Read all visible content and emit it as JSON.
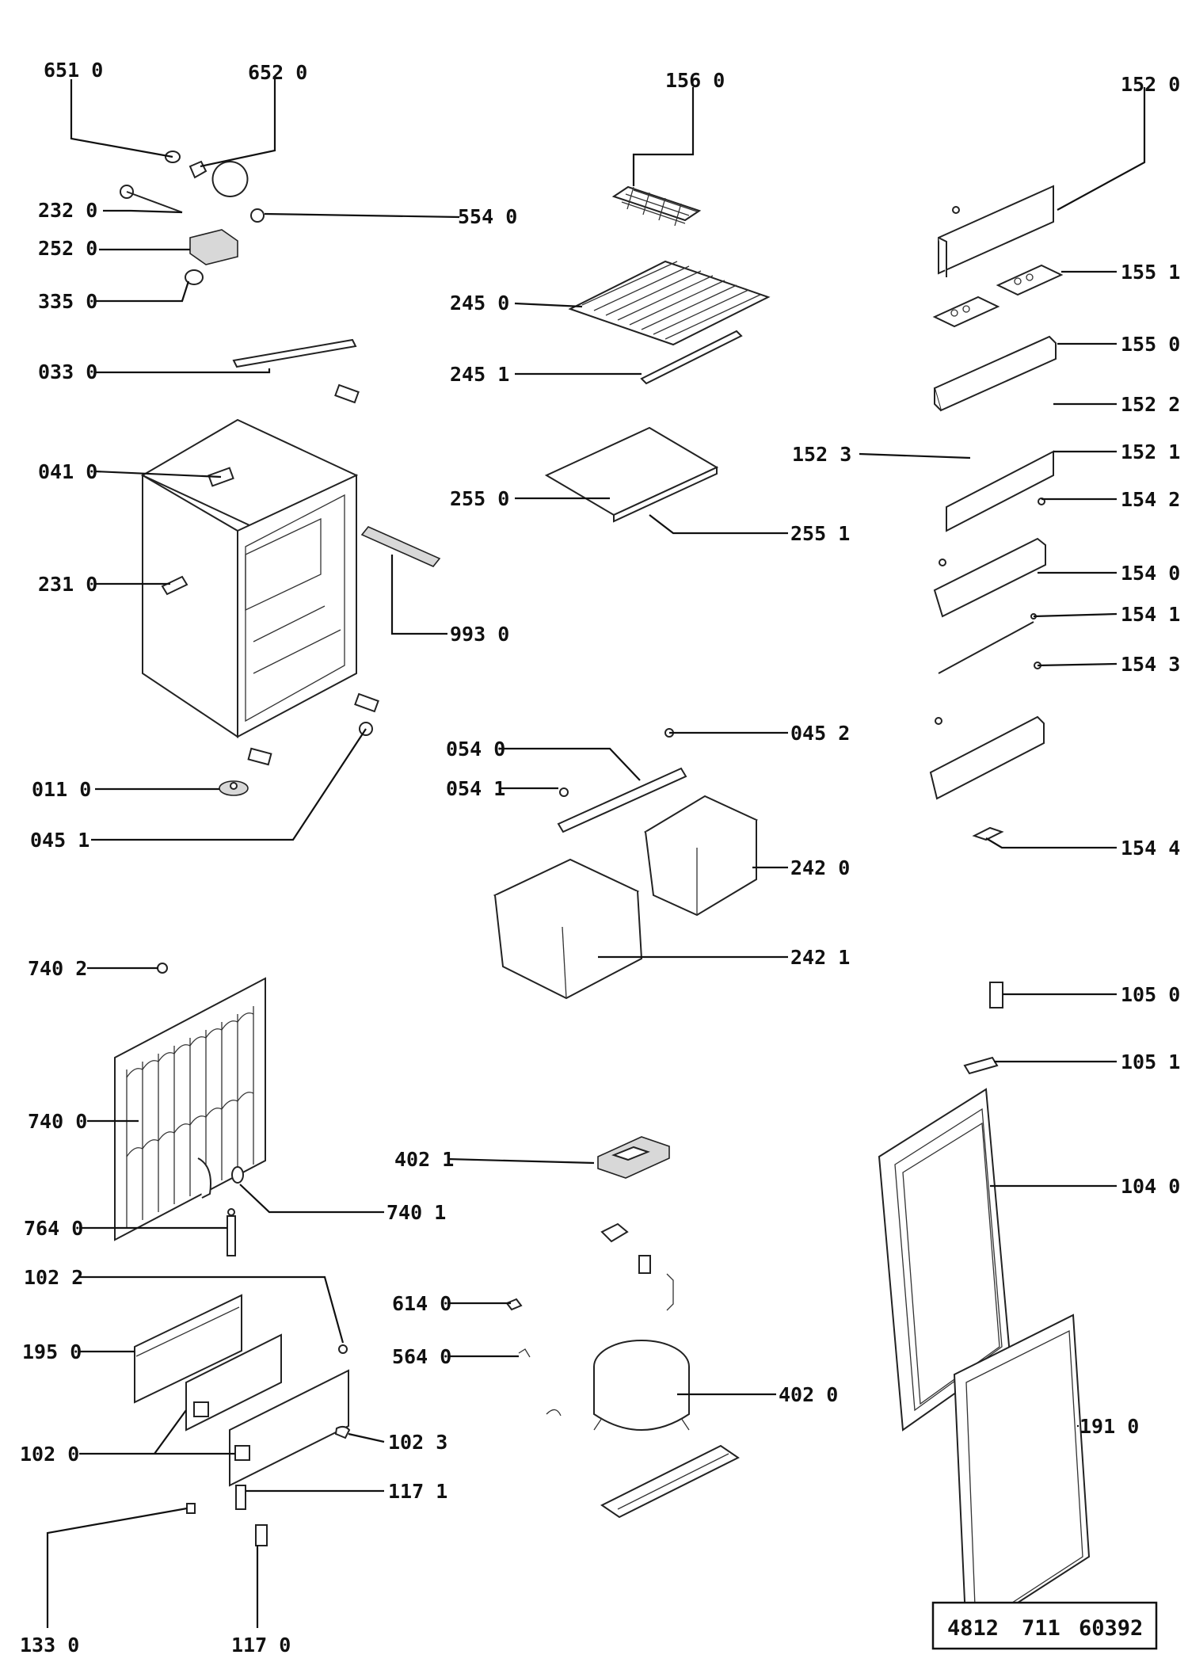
{
  "parts": [
    {
      "id": "6510",
      "label": "651 0"
    },
    {
      "id": "6520",
      "label": "652 0"
    },
    {
      "id": "1560",
      "label": "156 0"
    },
    {
      "id": "1520",
      "label": "152 0"
    },
    {
      "id": "2320",
      "label": "232 0"
    },
    {
      "id": "5540",
      "label": "554 0"
    },
    {
      "id": "2520",
      "label": "252 0"
    },
    {
      "id": "3350",
      "label": "335 0"
    },
    {
      "id": "2450",
      "label": "245 0"
    },
    {
      "id": "2451",
      "label": "245 1"
    },
    {
      "id": "1551",
      "label": "155 1"
    },
    {
      "id": "1550",
      "label": "155 0"
    },
    {
      "id": "1522",
      "label": "152 2"
    },
    {
      "id": "0330",
      "label": "033 0"
    },
    {
      "id": "1523",
      "label": "152 3"
    },
    {
      "id": "1521",
      "label": "152 1"
    },
    {
      "id": "0410",
      "label": "041 0"
    },
    {
      "id": "2550",
      "label": "255 0"
    },
    {
      "id": "1542",
      "label": "154 2"
    },
    {
      "id": "2551",
      "label": "255 1"
    },
    {
      "id": "2310",
      "label": "231 0"
    },
    {
      "id": "1540",
      "label": "154 0"
    },
    {
      "id": "1541",
      "label": "154 1"
    },
    {
      "id": "9930",
      "label": "993 0"
    },
    {
      "id": "1543",
      "label": "154 3"
    },
    {
      "id": "0540",
      "label": "054 0"
    },
    {
      "id": "0452",
      "label": "045 2"
    },
    {
      "id": "0110",
      "label": "011 0"
    },
    {
      "id": "0541",
      "label": "054 1"
    },
    {
      "id": "0451",
      "label": "045 1"
    },
    {
      "id": "1544",
      "label": "154 4"
    },
    {
      "id": "2420",
      "label": "242 0"
    },
    {
      "id": "2421",
      "label": "242 1"
    },
    {
      "id": "7402",
      "label": "740 2"
    },
    {
      "id": "1050",
      "label": "105 0"
    },
    {
      "id": "1051",
      "label": "105 1"
    },
    {
      "id": "7400",
      "label": "740 0"
    },
    {
      "id": "4021",
      "label": "402 1"
    },
    {
      "id": "1040",
      "label": "104 0"
    },
    {
      "id": "7401",
      "label": "740 1"
    },
    {
      "id": "7640",
      "label": "764 0"
    },
    {
      "id": "1022",
      "label": "102 2"
    },
    {
      "id": "6140",
      "label": "614 0"
    },
    {
      "id": "1950",
      "label": "195 0"
    },
    {
      "id": "5640",
      "label": "564 0"
    },
    {
      "id": "4020",
      "label": "402 0"
    },
    {
      "id": "1910",
      "label": "191 0"
    },
    {
      "id": "1023",
      "label": "102 3"
    },
    {
      "id": "1020",
      "label": "102 0"
    },
    {
      "id": "1171",
      "label": "117 1"
    },
    {
      "id": "1330",
      "label": "133 0"
    },
    {
      "id": "1170",
      "label": "117 0"
    }
  ],
  "reference": {
    "code_a": "4812",
    "code_b": "711",
    "code_c": "60392"
  }
}
